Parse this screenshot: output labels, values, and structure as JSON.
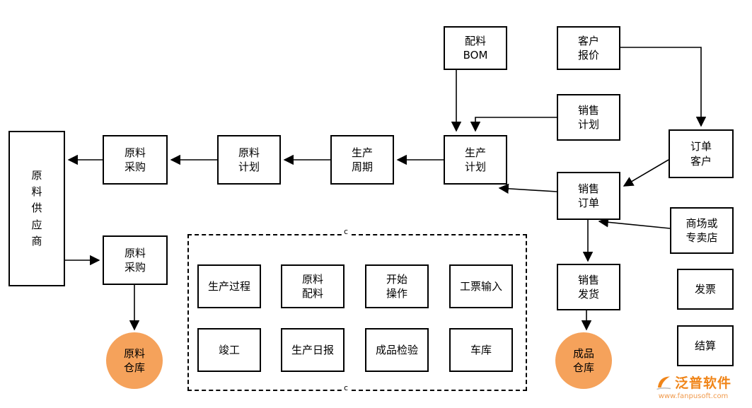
{
  "colors": {
    "box_border": "#000000",
    "box_fill": "#ffffff",
    "circle_fill": "#F5A25B",
    "dashed_border": "#000000",
    "logo_orange": "#F08519",
    "text": "#000000"
  },
  "nodes": {
    "bom": "配料\nBOM",
    "customer_quote": "客户\n报价",
    "sales_plan": "销售\n计划",
    "order_customer": "订单\n客户",
    "production_plan": "生产\n计划",
    "production_cycle": "生产\n周期",
    "material_plan": "原料\n计划",
    "material_purchase_1": "原料\n采购",
    "material_supplier": "原\n料\n供\n应\n商",
    "material_purchase_2": "原料\n采购",
    "sales_order": "销售\n订单",
    "mall_store": "商场或\n专卖店",
    "sales_delivery": "销售\n发货",
    "invoice": "发票",
    "settlement": "结算",
    "material_warehouse": "原料\n仓库",
    "finished_warehouse": "成品\n仓库",
    "process": "生产过程",
    "material_batching": "原料\n配料",
    "start_operation": "开始\n操作",
    "ticket_input": "工票输入",
    "completion": "竣工",
    "production_daily": "生产日报",
    "finished_inspection": "成品检验",
    "garage": "车库"
  },
  "marks": {
    "top": "c",
    "bottom": "c"
  },
  "logo": {
    "name": "泛普软件",
    "url": "www.fanpusoft.com"
  }
}
